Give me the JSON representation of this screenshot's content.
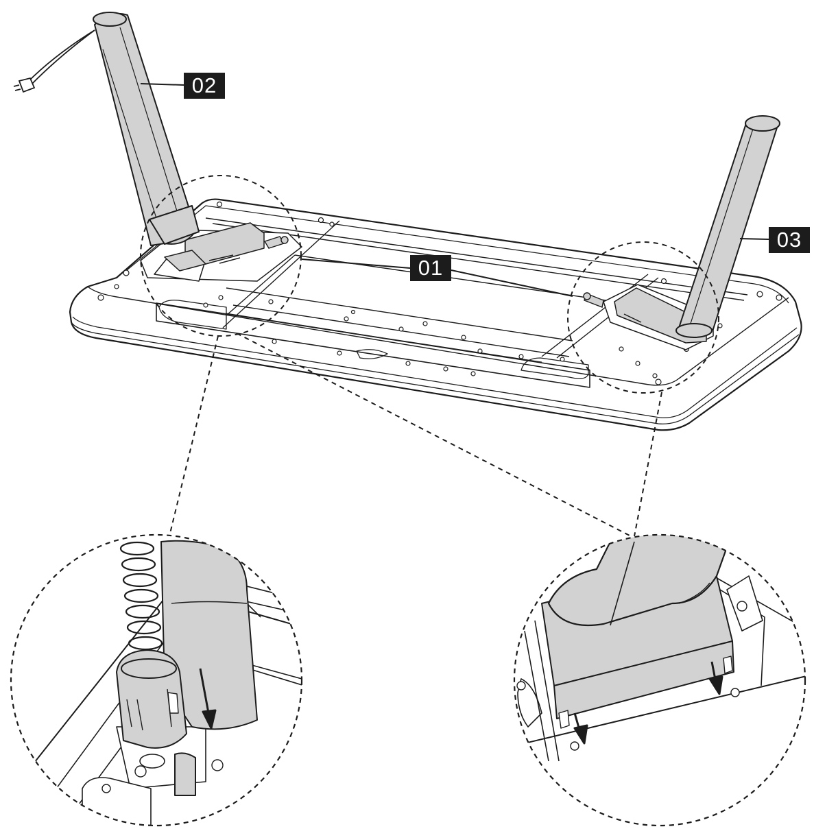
{
  "callouts": {
    "tabletop": "01",
    "left_leg": "02",
    "right_leg": "03"
  },
  "colors": {
    "line": "#1c1c1c",
    "part_fill": "#d2d2d2",
    "panel_fill": "#ffffff",
    "label_bg": "#1c1c1c",
    "label_text": "#ffffff"
  }
}
